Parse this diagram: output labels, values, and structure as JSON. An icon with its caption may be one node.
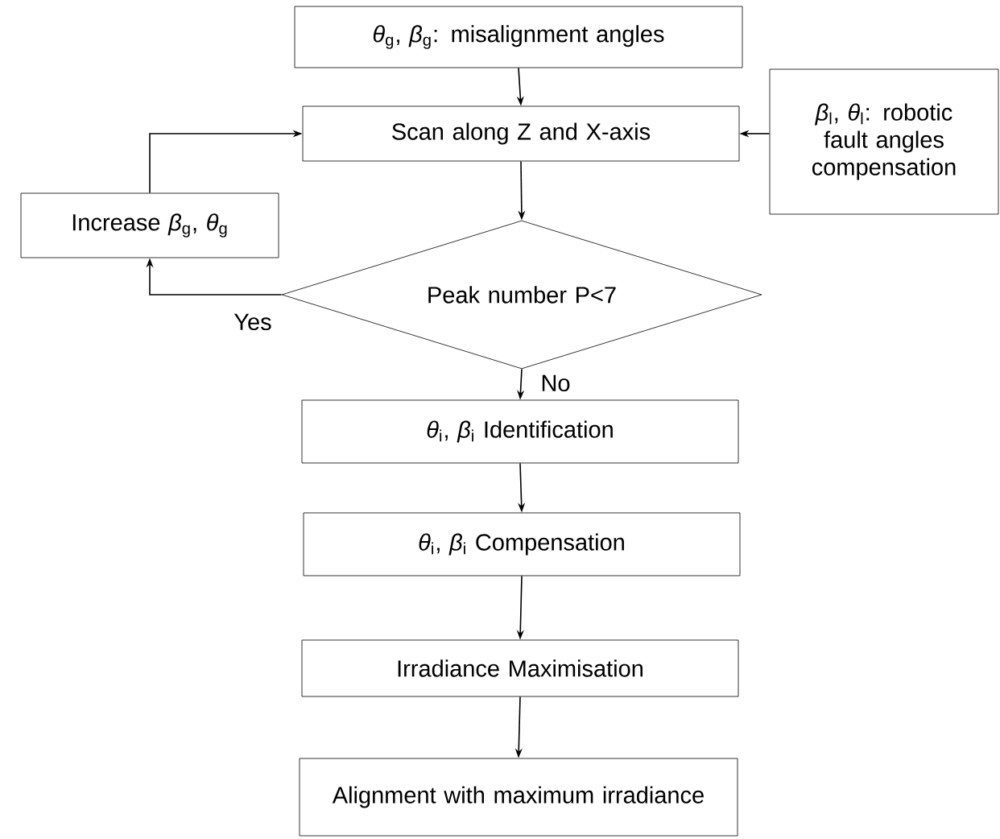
{
  "diagram": {
    "nodes": [
      {
        "text": [
          "*θ*$_{g}$,  *β*$_{g}$:  misalignment angles"
        ]
      },
      {
        "text": [
          "Scan along Z and X-axis"
        ]
      },
      {
        "text": [
          "*β*$_{l}$, *θ*$_{l}$: robotic fault angles compensation"
        ]
      },
      {
        "text": [
          "Increase *β*$_{g}$, *θ*$_{g}$"
        ]
      },
      {
        "text": [
          "Peak number P<7"
        ]
      },
      {
        "text": [
          "*θ*$_{i}$,  *β*$_{i}$ Identification"
        ]
      },
      {
        "text": [
          "*θ*$_{i}$,  *β*$_{i}$ Compensation"
        ]
      },
      {
        "text": [
          "Irradiance Maximisation"
        ]
      },
      {
        "text": [
          "Alignment with maximum irradiance"
        ]
      }
    ],
    "edges": [
      {
        "from": 0,
        "to": 1,
        "arrow": "to"
      },
      {
        "from": 2,
        "to": 1,
        "arrow": "to"
      },
      {
        "from": 1,
        "to": 4,
        "arrow": "to"
      },
      {
        "from": 4,
        "to": 3,
        "arrow": "to",
        "label": "Yes"
      },
      {
        "from": 3,
        "to": 1,
        "arrow": "to"
      },
      {
        "from": 4,
        "to": 5,
        "arrow": "to",
        "label": "No"
      },
      {
        "from": 5,
        "to": 6,
        "arrow": "to"
      },
      {
        "from": 6,
        "to": 7,
        "arrow": "to"
      },
      {
        "from": 7,
        "to": 8,
        "arrow": "to"
      }
    ]
  }
}
